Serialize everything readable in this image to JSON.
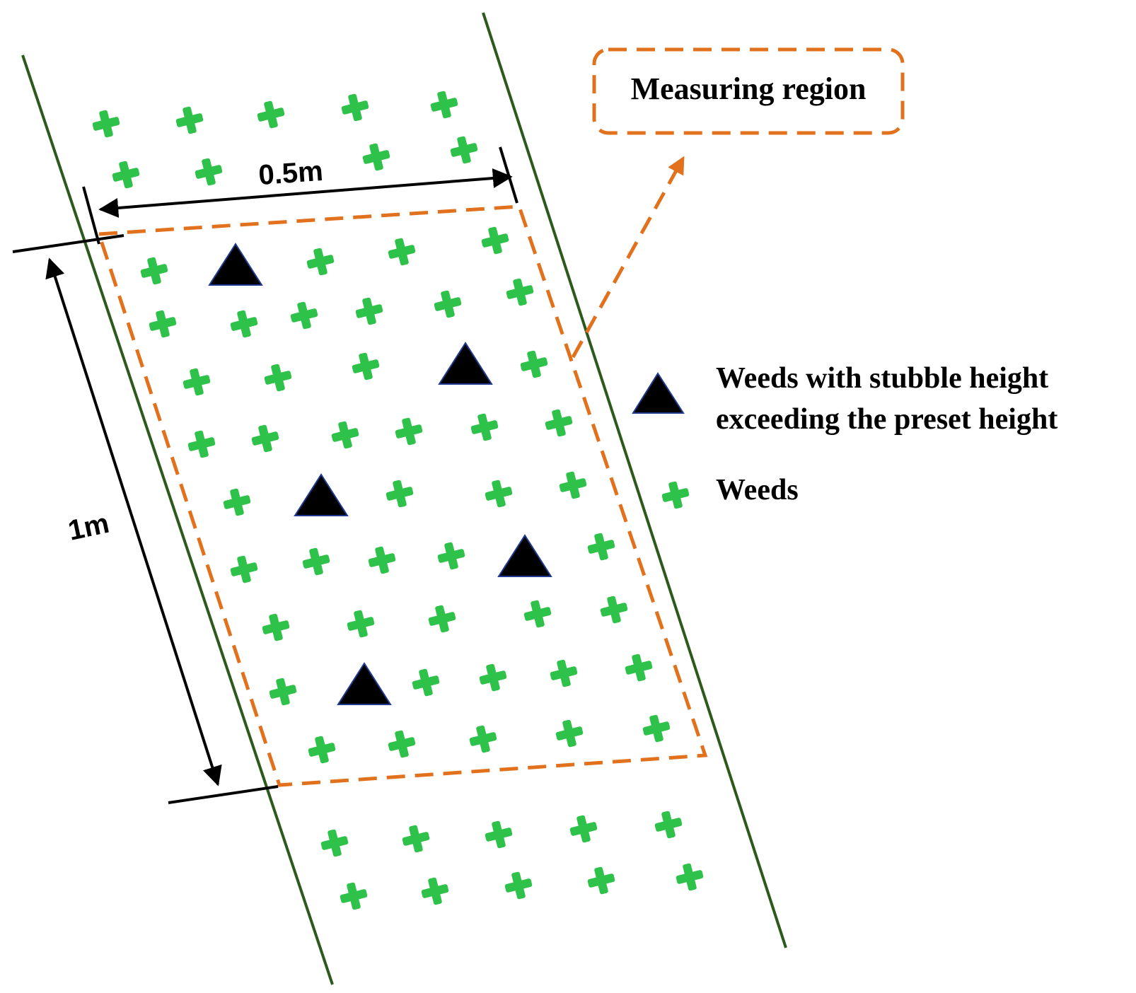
{
  "callout": {
    "label": "Measuring region"
  },
  "dimensions": {
    "width_label": "0.5m",
    "length_label": "1m"
  },
  "legend": {
    "tall_weeds_line1": "Weeds with stubble height",
    "tall_weeds_line2": "exceeding the preset height",
    "weeds_label": "Weeds"
  },
  "colors": {
    "row_line": "#2d5a1b",
    "region_border": "#e2711d",
    "weed": "#2ec24a",
    "tall_weed_fill": "#000000",
    "tall_weed_edge": "#1f3a8f",
    "dimension_line": "#000000"
  },
  "icons": {
    "weed": "green-cross-icon",
    "tall_weed": "black-triangle-icon"
  }
}
